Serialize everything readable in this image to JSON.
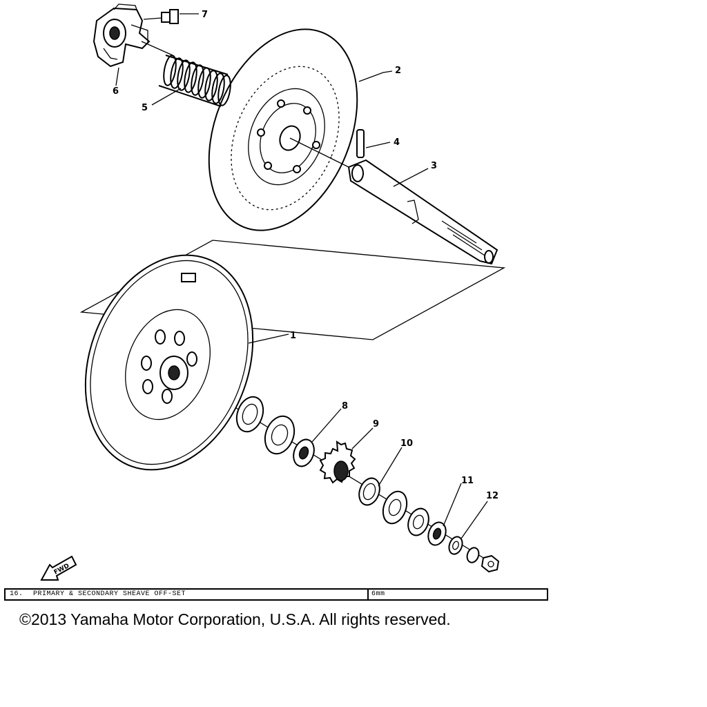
{
  "callouts": {
    "n1": "1",
    "n2": "2",
    "n3": "3",
    "n4": "4",
    "n5": "5",
    "n6": "6",
    "n7": "7",
    "n8": "8",
    "n9": "9",
    "n10": "10",
    "n11": "11",
    "n12": "12"
  },
  "fwd_label": "FWD",
  "title_bar": {
    "figure": "16.",
    "title": "PRIMARY & SECONDARY SHEAVE OFF-SET",
    "right_note": "6mm"
  },
  "copyright": "©2013 Yamaha Motor Corporation, U.S.A. All rights reserved."
}
